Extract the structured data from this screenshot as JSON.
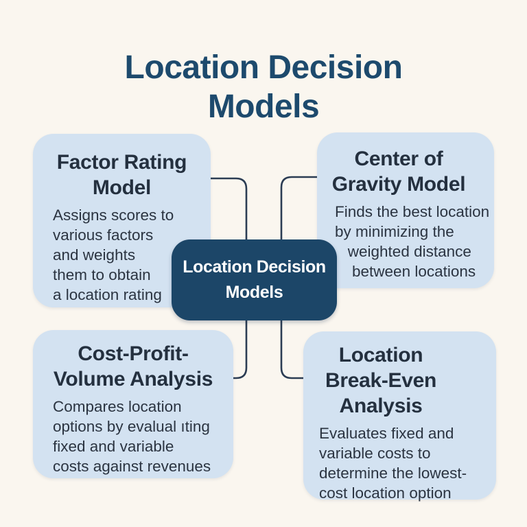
{
  "title": "Location Decision\nModels",
  "center_node": {
    "label": "Location Decision\nModels"
  },
  "boxes": [
    {
      "id": "factor-rating-model",
      "title": "Factor Rating\nModel",
      "body": "Assigns scores to\nvarious factors\nand weights\nthem to obtain\na location rating"
    },
    {
      "id": "center-of-gravity-model",
      "title": "Center of\nGravity Model",
      "body": "Finds the best location\nby minimizing the\n   weighted distance\n    between locations"
    },
    {
      "id": "cost-profit-volume-analysis",
      "title": "Cost-Profit-\nVolume Analysis",
      "body": "Compares location\noptions by evalual ıting\nfixed and variable\ncosts against revenues"
    },
    {
      "id": "location-break-even-analysis",
      "title": "Location\nBreak-Even\nAnalysis",
      "body": "Evaluates fixed and\nvariable costs to\ndetermine the lowest-\ncost location option"
    }
  ],
  "colors": {
    "background": "#faf6ef",
    "card_fill": "#d3e2f1",
    "center_node_fill": "#1c4668",
    "center_node_text": "#ffffff",
    "title_text": "#1d4a6d",
    "card_heading_text": "#24303f",
    "card_body_text": "#2b3441",
    "connector_line": "#2b3c53"
  }
}
